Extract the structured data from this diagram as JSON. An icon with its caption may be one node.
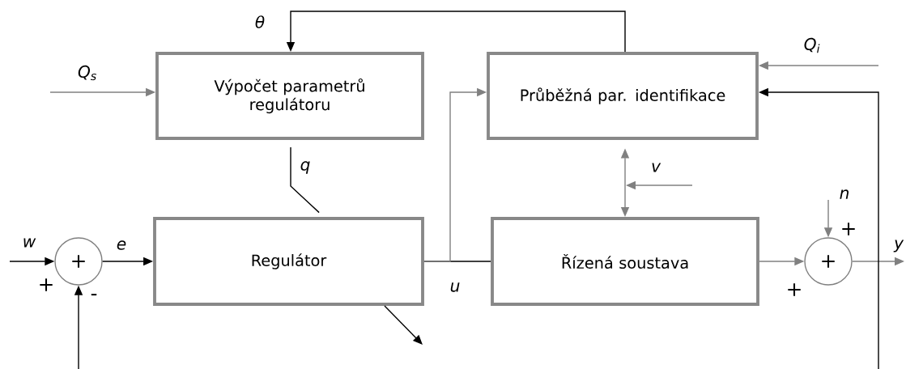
{
  "diagram": {
    "nodes": [
      {
        "text": [
          "Výpočet parametrů regulátoru"
        ]
      },
      {
        "text": [
          "Průběžná par. identifikace"
        ]
      },
      {
        "text": [
          "Regulátor"
        ]
      },
      {
        "text": [
          "Řízená soustava"
        ]
      },
      {
        "text": [
          "+"
        ]
      },
      {
        "text": [
          "+"
        ]
      }
    ],
    "edges": [
      {
        "from": null,
        "to": 4,
        "arrow": "to",
        "label": "w"
      },
      {
        "from": 4,
        "to": 2,
        "arrow": "to",
        "label": "e"
      },
      {
        "from": null,
        "to": 4,
        "arrow": "to"
      },
      {
        "from": 2,
        "to": 3,
        "arrow": "none",
        "label": "u"
      },
      {
        "from": 2,
        "to": 1,
        "arrow": "to",
        "color": "#808080"
      },
      {
        "from": 3,
        "to": 5,
        "arrow": "to",
        "color": "#808080"
      },
      {
        "from": 5,
        "to": null,
        "arrow": "to",
        "color": "#808080",
        "label": "y"
      },
      {
        "from": null,
        "to": 1,
        "arrow": "to"
      },
      {
        "from": null,
        "to": 0,
        "arrow": "to",
        "color": "#808080",
        "label": "Q$_{s}$"
      },
      {
        "from": null,
        "to": 1,
        "arrow": "to",
        "color": "#808080",
        "label": "Q$_{i}$"
      },
      {
        "from": 1,
        "to": 0,
        "arrow": "to",
        "label": "θ"
      },
      {
        "from": 0,
        "to": 2,
        "arrow": "none",
        "label": "q"
      },
      {
        "from": 1,
        "to": 3,
        "arrow": "both",
        "color": "#808080"
      },
      {
        "from": 2,
        "to": null,
        "arrow": "to"
      },
      {
        "from": null,
        "to": 5,
        "arrow": "to",
        "color": "#808080",
        "label": "n"
      }
    ],
    "labels": [
      "v",
      "+",
      "+",
      "+",
      "-"
    ]
  }
}
